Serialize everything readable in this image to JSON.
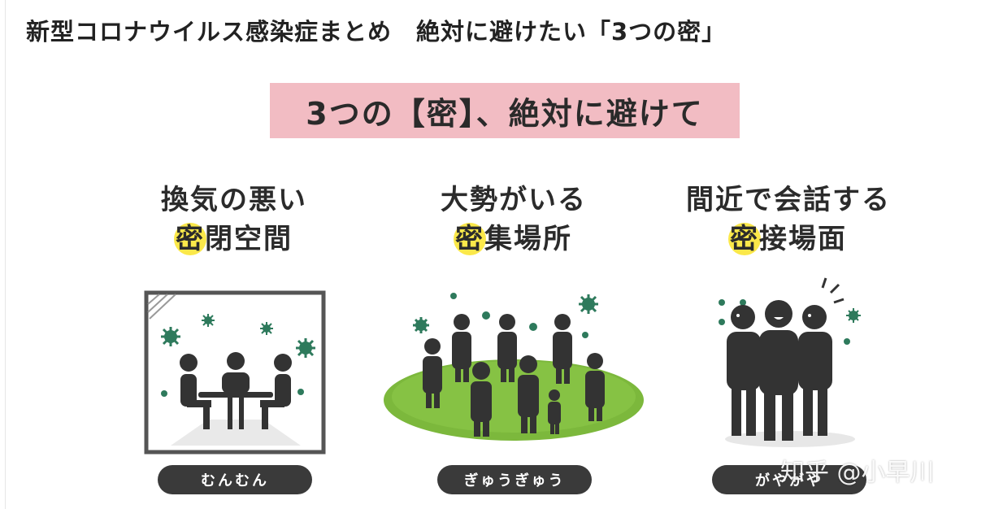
{
  "article_title": "新型コロナウイルス感染症まとめ　絶対に避けたい「3つの密」",
  "banner": {
    "text": "3つの【密】、絶対に避けて"
  },
  "sections": [
    {
      "line1": "換気の悪い",
      "mitsu": "密",
      "line2_rest": "閉空間",
      "label": "むんむん"
    },
    {
      "line1": "大勢がいる",
      "mitsu": "密",
      "line2_rest": "集場所",
      "label": "ぎゅうぎゅう"
    },
    {
      "line1": "間近で会話する",
      "mitsu": "密",
      "line2_rest": "接場面",
      "label": "がやがや"
    }
  ],
  "watermark": "知乎 @小早川",
  "colors": {
    "banner_bg": "#f2bcc3",
    "highlight": "#fbe84a",
    "virus": "#2e7a5c",
    "grass": "#7cb83c",
    "people": "#333333",
    "pill_bg": "#3a3a3a"
  }
}
